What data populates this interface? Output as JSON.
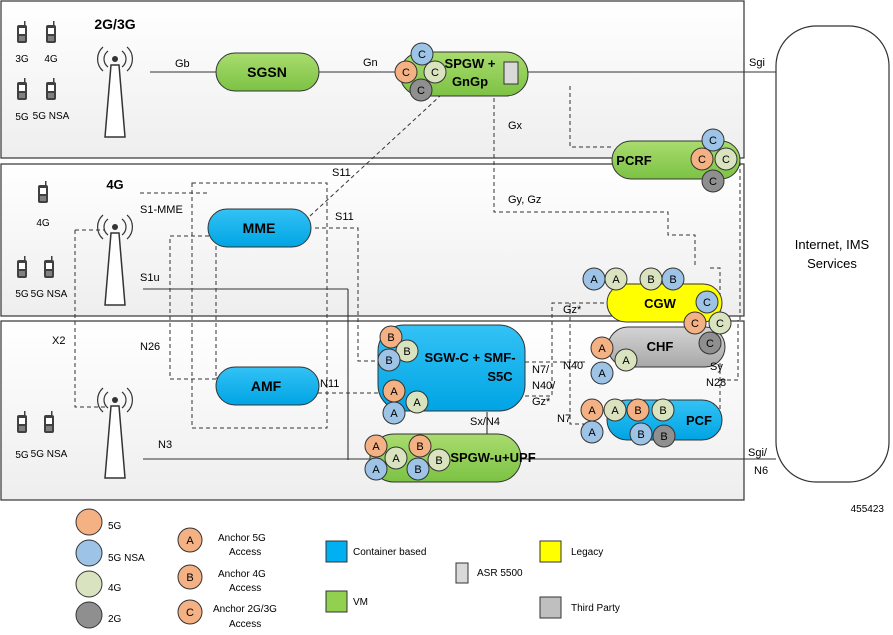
{
  "regions": [
    {
      "label": "2G/3G",
      "devices": [
        "3G",
        "4G",
        "5G",
        "5G NSA"
      ]
    },
    {
      "label": "4G",
      "devices": [
        "4G",
        "5G",
        "5G NSA"
      ]
    },
    {
      "label": "",
      "devices": [
        "5G",
        "5G NSA"
      ]
    }
  ],
  "nodes": {
    "sgsn": "SGSN",
    "spgw_top_line1": "SPGW +",
    "spgw_top_line2": "GnGp",
    "pcrf": "PCRF",
    "mme": "MME",
    "cgw": "CGW",
    "chf": "CHF",
    "sgw_smf_line1": "SGW-C + SMF-",
    "sgw_smf_line2": "S5C",
    "amf": "AMF",
    "pcf": "PCF",
    "spgw_upf": "SPGW-u+UPF",
    "internet_line1": "Internet, IMS",
    "internet_line2": "Services"
  },
  "interfaces": {
    "gb": "Gb",
    "gn": "Gn",
    "sgi_top": "Sgi",
    "gx": "Gx",
    "gy_gz": "Gy, Gz",
    "s11_a": "S11",
    "s11_b": "S11",
    "s1_mme": "S1-MME",
    "s1u": "S1u",
    "x2": "X2",
    "n26": "N26",
    "n11": "N11",
    "gz_star": "Gz*",
    "n7_n40_gz": [
      "N7/",
      "N40/",
      "Gz*"
    ],
    "n40": "N40",
    "sy": "Sy",
    "n28": "N28",
    "n7": "N7",
    "sx_n4": "Sx/N4",
    "n3": "N3",
    "sgi_n6": [
      "Sgi/",
      "N6"
    ]
  },
  "figure_id": "455423",
  "legend": {
    "circles": [
      {
        "label": "5G",
        "color": "#f4b183"
      },
      {
        "label": "5G NSA",
        "color": "#9dc3e6"
      },
      {
        "label": "4G",
        "color": "#d9e3bf"
      },
      {
        "label": "2G",
        "color": "#8f8f8f"
      }
    ],
    "anchors": [
      {
        "letter": "A",
        "label": [
          "Anchor 5G",
          "Access"
        ]
      },
      {
        "letter": "B",
        "label": [
          "Anchor 4G",
          "Access"
        ]
      },
      {
        "letter": "C",
        "label": [
          "Anchor 2G/3G",
          "Access"
        ]
      }
    ],
    "types": [
      {
        "label": "Container based",
        "color": "#00b0f0"
      },
      {
        "label": "VM",
        "color": "#92d050"
      },
      {
        "label": "ASR 5500",
        "color": "#d9d9d9"
      },
      {
        "label": "Legacy",
        "color": "#ffff00"
      },
      {
        "label": "Third Party",
        "color": "#bfbfbf"
      }
    ]
  }
}
